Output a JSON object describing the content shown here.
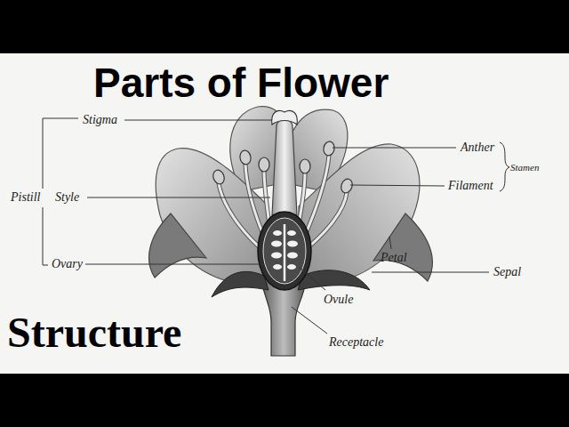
{
  "diagram": {
    "title": "Parts of Flower",
    "caption": "Structure",
    "labels": [
      "Stigma",
      "Pistill",
      "Style",
      "Ovary",
      "Anther",
      "Stamen",
      "Filament",
      "Petal",
      "Sepal",
      "Ovule",
      "Receptacle"
    ]
  }
}
